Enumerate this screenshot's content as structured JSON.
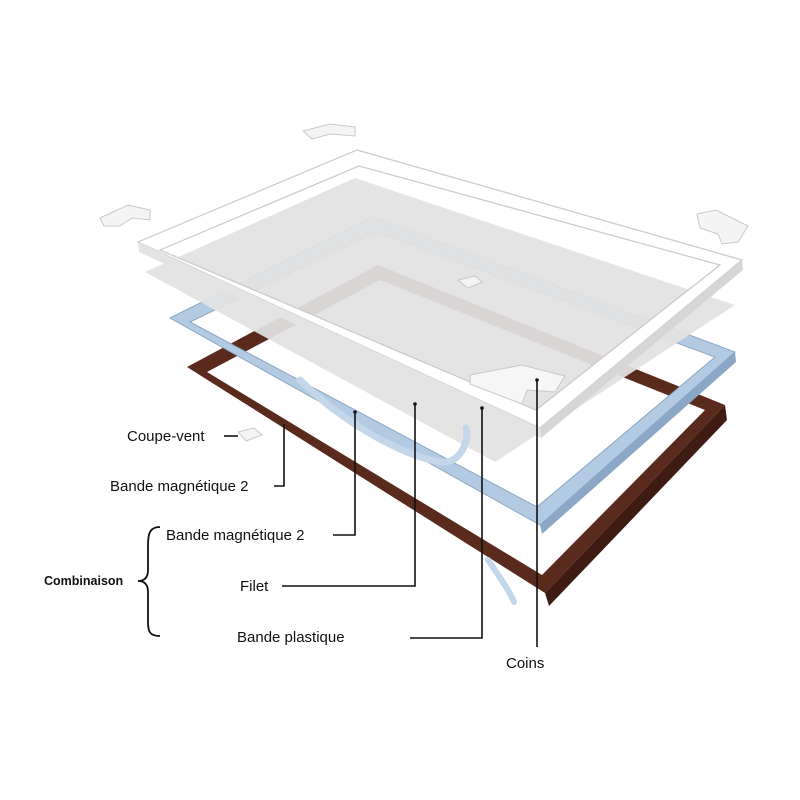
{
  "labels": {
    "coupe_vent": "Coupe-vent",
    "bande_magnetique_1": "Bande magnétique 2",
    "bande_magnetique_2": "Bande magnétique 2",
    "filet": "Filet",
    "bande_plastique": "Bande plastique",
    "coins": "Coins",
    "combinaison": "Combinaison"
  },
  "colors": {
    "brown_band": "#5a2a1d",
    "blue_band": "#b3cbe2",
    "blue_band_edge": "#8aa7c6",
    "mesh": "#e2e2e2",
    "white_frame": "#ffffff",
    "white_frame_edge": "#c9c9c9"
  }
}
